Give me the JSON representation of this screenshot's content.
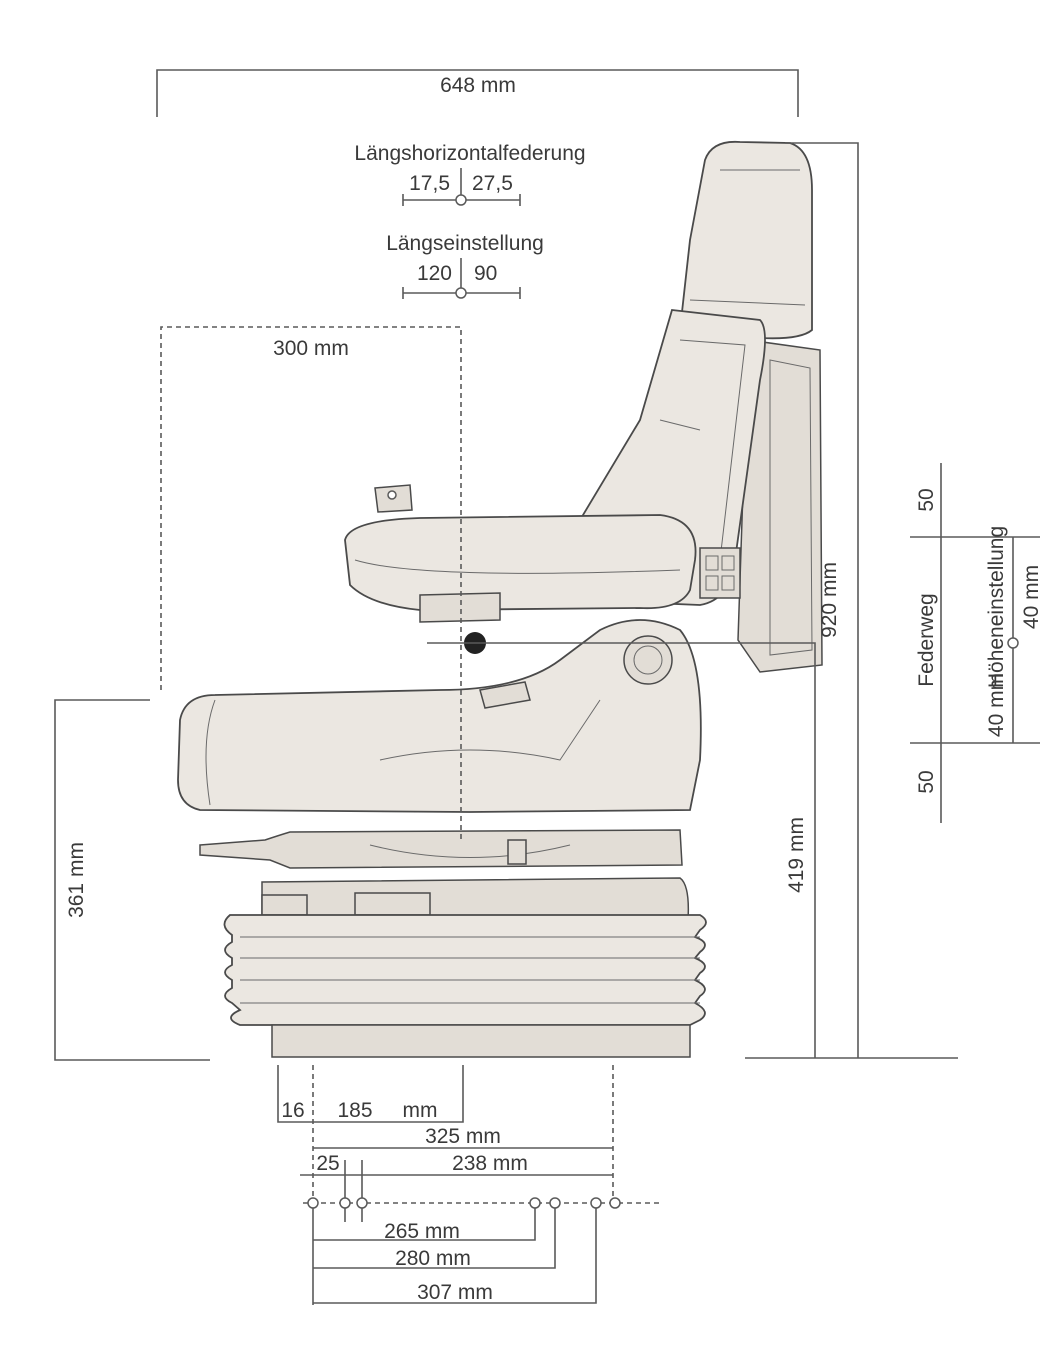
{
  "dimensions": {
    "overall_depth": "648 mm",
    "horizontal_suspension": {
      "title": "Längshorizontalfederung",
      "left": "17,5",
      "right": "27,5"
    },
    "fore_aft_adjustment": {
      "title": "Längseinstellung",
      "left": "120",
      "right": "90"
    },
    "seat_reference": "300 mm",
    "overall_height": "920 mm",
    "sip_height": "419 mm",
    "seat_height": "361 mm",
    "right_scale": {
      "top_value": "50",
      "suspension_travel": "Federweg",
      "height_adjustment": "Höheneinstellung",
      "height_up": "40 mm",
      "height_down": "40 mm",
      "bottom_value": "50"
    },
    "base": {
      "offset_small": "16",
      "offset_185": "185",
      "offset_unit": "mm",
      "width_325": "325 mm",
      "offset_25": "25",
      "width_238": "238 mm",
      "hole_265": "265 mm",
      "hole_280": "280 mm",
      "hole_307": "307 mm"
    }
  }
}
